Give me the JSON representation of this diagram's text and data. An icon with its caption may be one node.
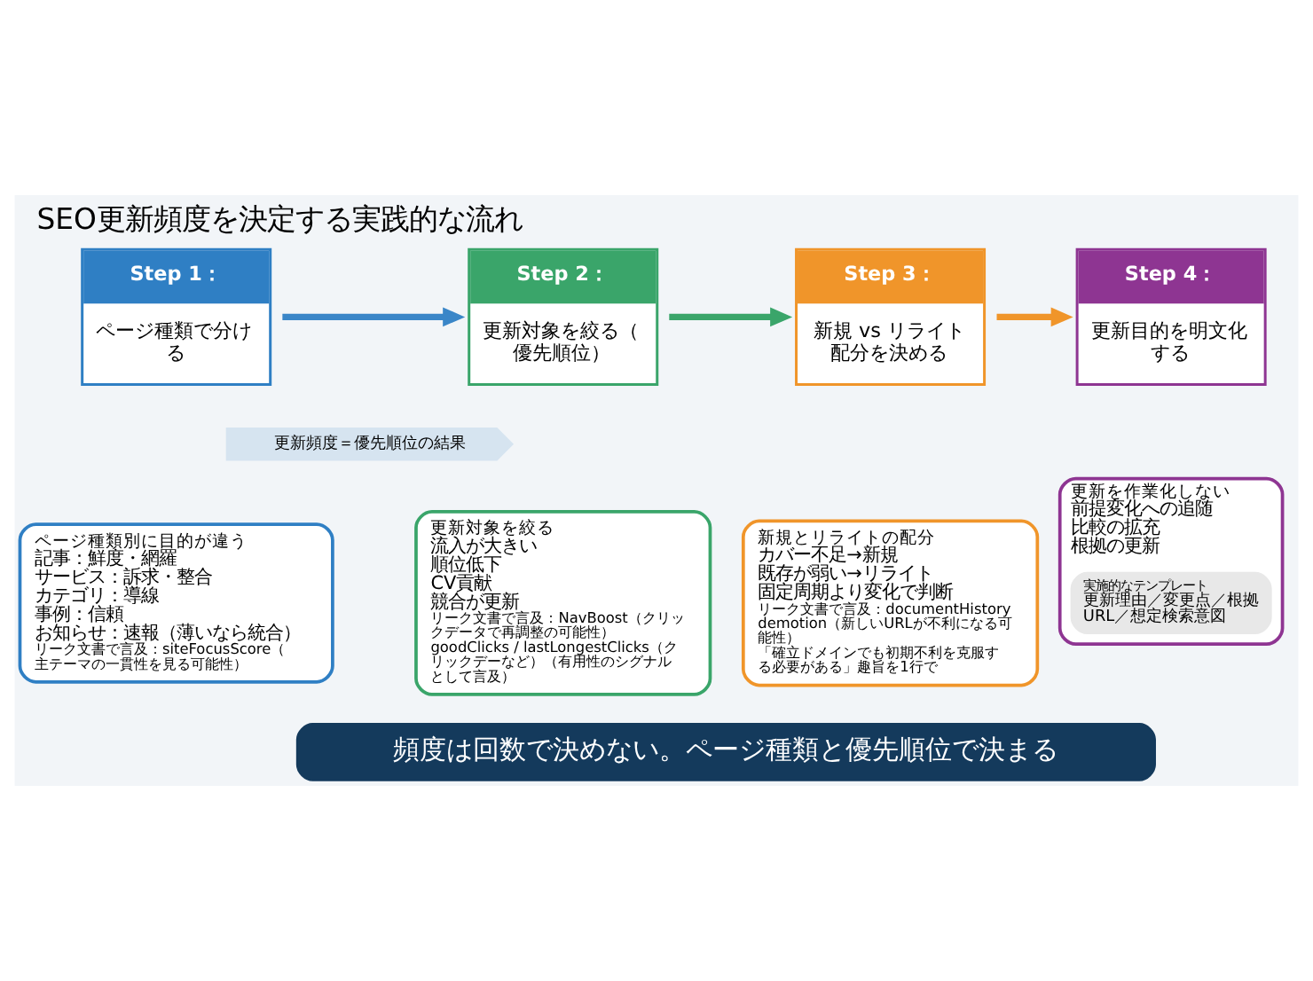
{
  "diagram": {
    "title": "SEO更新頻度を決定する実践的な流れ",
    "nodes": [
      {
        "text": [
          "Step 1：",
          "ページ種類で分ける"
        ]
      },
      {
        "text": [
          "Step 2：",
          "更新対象を絞る（優先順位）"
        ]
      },
      {
        "text": [
          "Step 3：",
          "新規 vs リライト配分を決める"
        ]
      },
      {
        "text": [
          "Step 4：",
          "更新目的を明文化する"
        ]
      },
      {
        "text": [
          "ページ種類別に目的が違う",
          "記事：鮮度・網羅",
          "サービス：訴求・整合",
          "カテゴリ：導線",
          "事例：信頼",
          "お知らせ：速報（薄いなら統合）",
          "リーク文書で言及：siteFocusScore（主テーマの一貫性を見る可能性）"
        ]
      },
      {
        "text": [
          "更新対象を絞る",
          "流入が大きい",
          "順位低下",
          "CV貢献",
          "競合が更新",
          "リーク文書で言及：NavBoost（クリックデータで再調整の可能性）",
          "goodClicks / lastLongestClicks（クリックデーなど）（有用性のシグナルとして言及）"
        ]
      },
      {
        "text": [
          "新規とリライトの配分",
          "カバー不足→新規",
          "既存が弱い→リライト",
          "固定周期より変化で判断",
          "リーク文書で言及：documentHistory demotion（新しいURLが不利になる可能性）",
          "「確立ドメインでも初期不利を克服する必要がある」趣旨を1行で"
        ]
      },
      {
        "text": [
          "更新を作業化しない",
          "前提変化への追随",
          "比較の拡充",
          "根拠の更新"
        ]
      },
      {
        "text": [
          "実施的なテンプレート",
          "更新理由／変更点／根拠URL／想定検索意図"
        ],
        "in": 7
      },
      {
        "text": [
          "頻度は回数で決めない。ページ種類と優先順位で決まる"
        ]
      }
    ],
    "edges": [
      {
        "from": 0,
        "to": 1,
        "arrow": "to",
        "color": "#3a86c8"
      },
      {
        "from": 1,
        "to": 2,
        "arrow": "to",
        "color": "#3aa56a"
      },
      {
        "from": 2,
        "to": 3,
        "arrow": "to",
        "color": "#f0952a"
      }
    ],
    "labels": [
      "更新頻度＝優先順位の結果"
    ]
  }
}
